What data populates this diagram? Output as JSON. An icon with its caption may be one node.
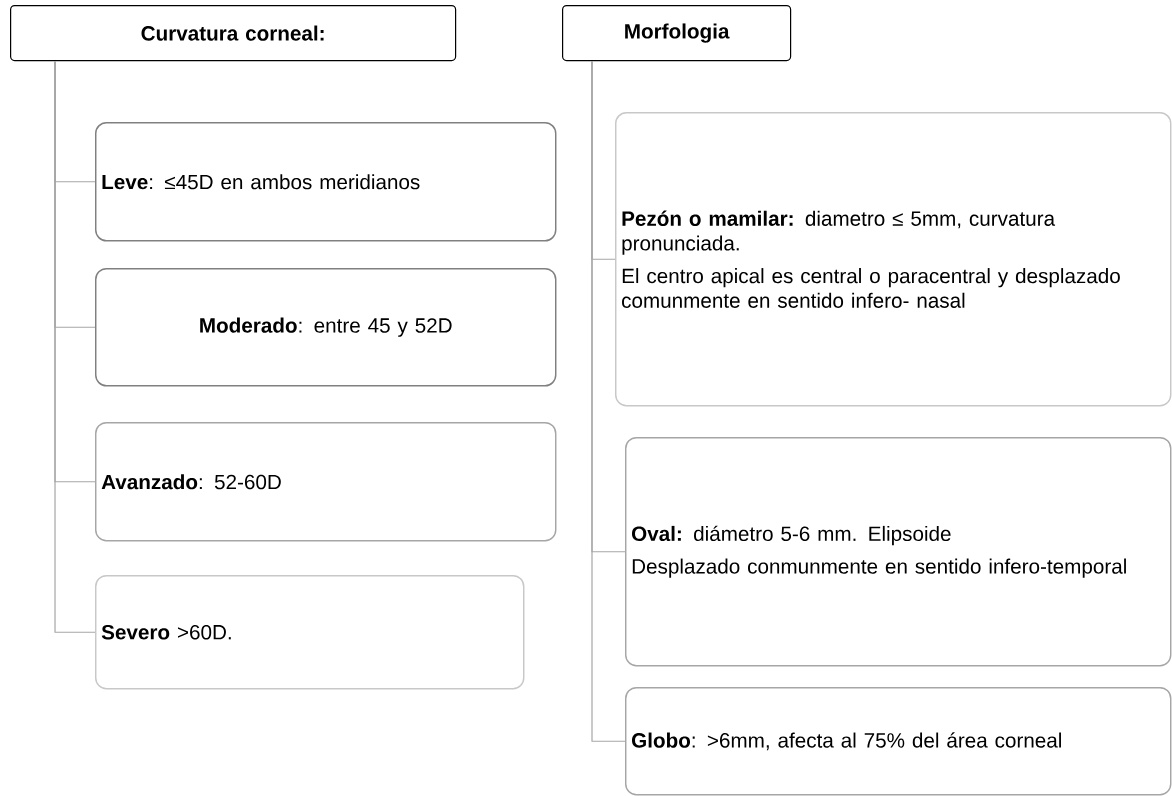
{
  "diagram": {
    "nodes": [
      {
        "text": [
          "Curvatura corneal:"
        ]
      },
      {
        "text": [
          "**Leve**: ≤45D en ambos meridianos"
        ]
      },
      {
        "text": [
          "**Moderado**: entre 45 y 52D"
        ]
      },
      {
        "text": [
          "**Avanzado**: 52-60D"
        ]
      },
      {
        "text": [
          "**Severo** >60D."
        ]
      },
      {
        "text": [
          "Morfologia"
        ]
      },
      {
        "text": [
          "**Pezón o mamilar:** diametro  ≤ 5mm, curvatura pronunciada.",
          "El centro apical es central o paracentral y desplazado comunmente en sentido infero- nasal"
        ]
      },
      {
        "text": [
          "**Oval:** diámetro 5-6 mm.   Elipsoide",
          "Desplazado conmunmente en sentido infero-temporal"
        ]
      },
      {
        "text": [
          "**Globo**: >6mm, afecta al 75% del área corneal"
        ]
      }
    ],
    "edges": [
      {
        "from": 0,
        "to": 1,
        "arrow": "none"
      },
      {
        "from": 0,
        "to": 2,
        "arrow": "none"
      },
      {
        "from": 0,
        "to": 3,
        "arrow": "none"
      },
      {
        "from": 0,
        "to": 4,
        "arrow": "none"
      },
      {
        "from": 5,
        "to": 6,
        "arrow": "none"
      },
      {
        "from": 5,
        "to": 7,
        "arrow": "none"
      },
      {
        "from": 5,
        "to": 8,
        "arrow": "none"
      }
    ]
  }
}
